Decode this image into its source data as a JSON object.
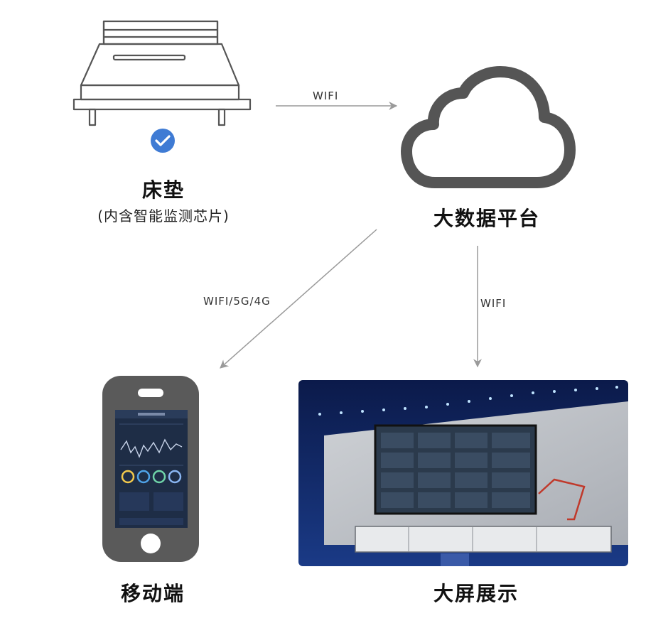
{
  "nodes": {
    "mattress": {
      "title": "床垫",
      "subtitle": "(内含智能监测芯片)"
    },
    "cloud": {
      "title": "大数据平台"
    },
    "mobile": {
      "title": "移动端"
    },
    "bigscreen": {
      "title": "大屏展示"
    }
  },
  "edges": {
    "mattress_to_cloud": {
      "label": "WIFI"
    },
    "cloud_to_mobile": {
      "label": "WIFI/5G/4G"
    },
    "cloud_to_bigscreen": {
      "label": "WIFI"
    }
  },
  "colors": {
    "check": "#3f7bd4",
    "arrow": "#9a9a9a",
    "outline": "#555555",
    "phone": "#5a5a5a"
  }
}
